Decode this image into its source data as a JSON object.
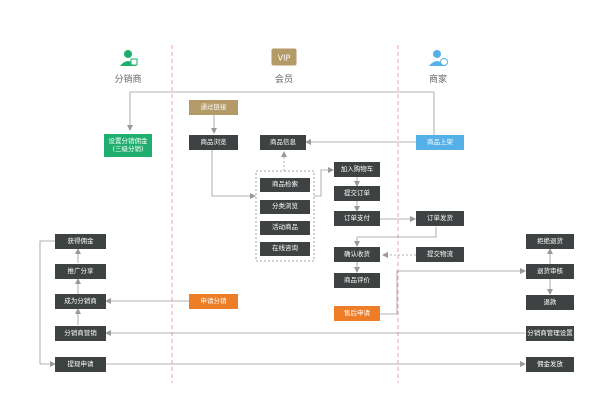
{
  "colors": {
    "dark": "#3f4242",
    "green": "#1fae6e",
    "blue": "#56b0e8",
    "tan": "#b39a66",
    "orange": "#ee7d28",
    "divider": "#e8a6a6",
    "line": "#9a9a9a"
  },
  "lanes": {
    "distributor": {
      "label": "分销商",
      "icon": "distributor-person-icon"
    },
    "member": {
      "label": "会员",
      "icon": "vip-card-icon",
      "icon_text": "VIP"
    },
    "merchant": {
      "label": "商家",
      "icon": "merchant-person-icon"
    }
  },
  "nodes": {
    "set_commission": "设置分销佣金\n(三级分销)",
    "enter_via_link": "通过链接",
    "member_login": "商品浏览",
    "product_info": "商品信息",
    "merchant_listing": "商品上架",
    "product_search": "商品检索",
    "category_browse": "分类浏览",
    "activity_goods": "活动商品",
    "online_consult": "在线咨询",
    "add_to_cart": "加入购物车",
    "submit_order": "提交订单",
    "order_payment": "订单支付",
    "order_shipping": "订单发货",
    "confirm_receipt": "确认收货",
    "ship_goods": "提交物流",
    "product_review": "商品评价",
    "after_sales": "售后申请",
    "apply_distributor": "申请分销",
    "get_commission": "获得佣金",
    "share_promotion": "推广分享",
    "become_distributor": "成为分销商",
    "distributor_sales": "分销商营销",
    "withdraw_commission": "提现申请",
    "reject_return": "拒绝退货",
    "review_refund": "退货审核",
    "refund": "退款",
    "distributor_config": "分销商管理设置",
    "approve_withdraw": "佣金发放"
  }
}
